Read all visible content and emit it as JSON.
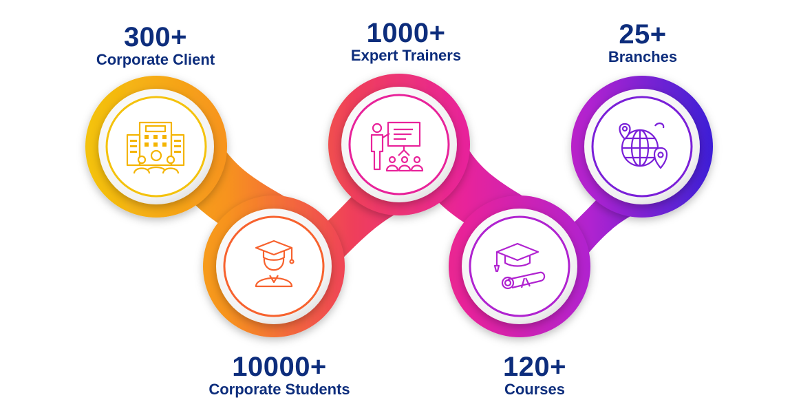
{
  "stats": [
    {
      "value": "300+",
      "label": "Corporate Client",
      "icon": "office-building-people-icon"
    },
    {
      "value": "10000+",
      "label": "Corporate Students",
      "icon": "graduate-student-icon"
    },
    {
      "value": "1000+",
      "label": "Expert Trainers",
      "icon": "trainer-presentation-icon"
    },
    {
      "value": "120+",
      "label": "Courses",
      "icon": "graduation-cap-diploma-icon"
    },
    {
      "value": "25+",
      "label": "Branches",
      "icon": "globe-location-icon"
    }
  ],
  "colors": {
    "text": "#0d2d7c",
    "yellow": "#f4c20d",
    "orange": "#f7931e",
    "red": "#ef3f5a",
    "magenta": "#e8239a",
    "purple": "#9b21d8",
    "indigo": "#3a1fd6"
  }
}
